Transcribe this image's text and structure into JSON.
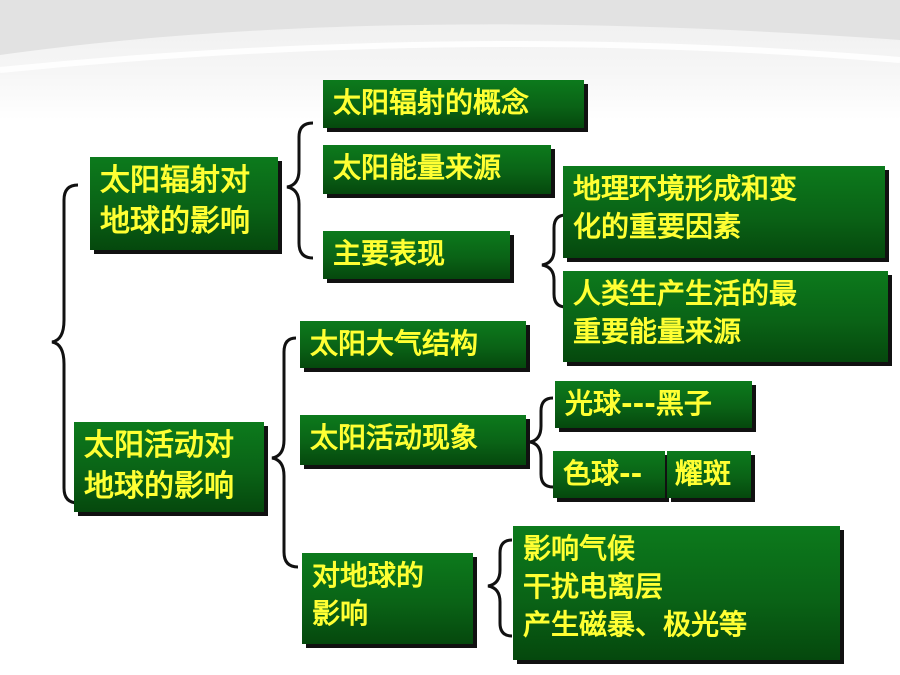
{
  "colors": {
    "box_fill": "#0a6316",
    "text": "#ffff33",
    "shadow": "#111111"
  },
  "nodes": {
    "solar_radiation_effect": "太阳辐射对\n地球的影响",
    "radiation_concept": "太阳辐射的概念",
    "solar_energy_source": "太阳能量来源",
    "main_manifestation": "主要表现",
    "geo_env_formation": "地理环境形成和变\n化的重要因素",
    "human_energy_source": "人类生产生活的最\n重要能量来源",
    "solar_activity_effect": "太阳活动对\n地球的影响",
    "solar_atmosphere": "太阳大气结构",
    "solar_activity_phenomena": "太阳活动现象",
    "photosphere_sunspots": "光球---黑子",
    "chromosphere_prefix": "色球--",
    "flares": "耀斑",
    "effect_on_earth": "对地球的\n影响",
    "earth_effects": "影响气候\n干扰电离层\n产生磁暴、极光等"
  }
}
